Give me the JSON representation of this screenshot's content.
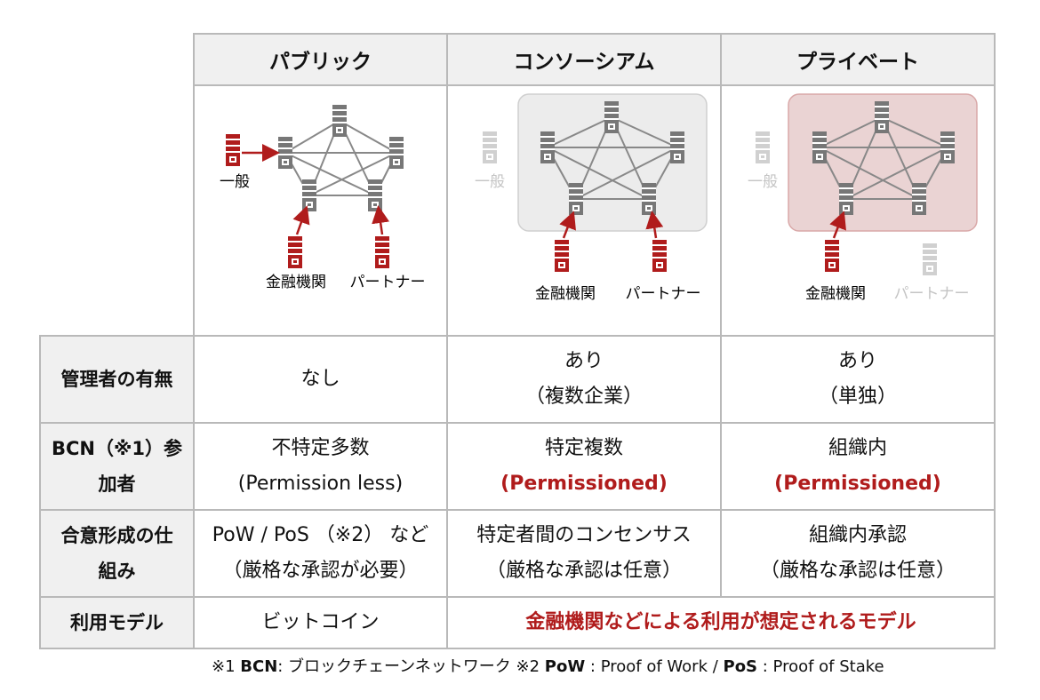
{
  "header": {
    "public": "パブリック",
    "consortium": "コンソーシアム",
    "private": "プライベート"
  },
  "diagram_labels": {
    "general": "一般",
    "financial": "金融機関",
    "partner": "パートナー"
  },
  "rows": {
    "admin": {
      "label": "管理者の有無",
      "public": "なし",
      "consortium_1": "あり",
      "consortium_2": "（複数企業）",
      "private_1": "あり",
      "private_2": "（単独）"
    },
    "participants": {
      "label_1": "BCN（※1）参",
      "label_2": "加者",
      "public_1": "不特定多数",
      "public_2": "(Permission less)",
      "consortium_1": "特定複数",
      "consortium_2": "(Permissioned)",
      "private_1": "組織内",
      "private_2": "(Permissioned)"
    },
    "consensus": {
      "label_1": "合意形成の仕",
      "label_2": "組み",
      "public_1": "PoW / PoS （※2） など",
      "public_2": "（厳格な承認が必要）",
      "consortium_1": "特定者間のコンセンサス",
      "consortium_2": "（厳格な承認は任意）",
      "private_1": "組織内承認",
      "private_2": "（厳格な承認は任意）"
    },
    "usage": {
      "label": "利用モデル",
      "public": "ビットコイン",
      "merged": "金融機関などによる利用が想定されるモデル"
    }
  },
  "footnote": {
    "n1": "※1 ",
    "bcn": "BCN",
    "n1_text": ": ブロックチェーンネットワーク ※2 ",
    "pow": "PoW",
    "pow_text": " : Proof of Work / ",
    "pos": "PoS",
    "pos_text": " : Proof of Stake"
  },
  "colors": {
    "header_bg": "#f0f0f0",
    "grid": "#b9b9b9",
    "accent_red": "#b01c1c",
    "server_gray": "#777777",
    "faded": "#d0d0d0"
  }
}
